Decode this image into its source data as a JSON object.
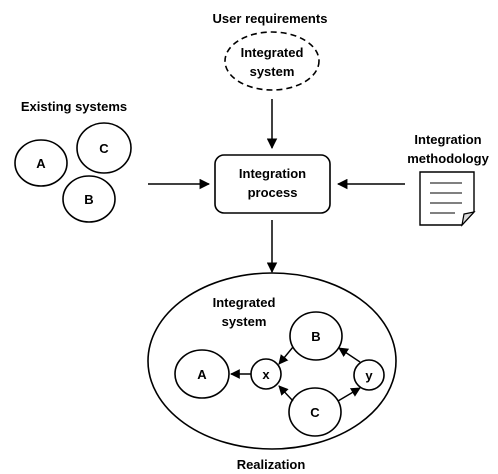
{
  "labels": {
    "user_requirements": "User requirements",
    "existing_systems": "Existing systems",
    "integration_methodology_line1": "Integration",
    "integration_methodology_line2": "methodology",
    "realization": "Realization"
  },
  "requirement_bubble": {
    "line1": "Integrated",
    "line2": "system"
  },
  "process_box": {
    "line1": "Integration",
    "line2": "process"
  },
  "existing_system_nodes": [
    "A",
    "C",
    "B"
  ],
  "realization_ellipse": {
    "title_line1": "Integrated",
    "title_line2": "system",
    "nodes": {
      "a": "A",
      "b": "B",
      "c": "C",
      "x": "x",
      "y": "y"
    }
  },
  "colors": {
    "stroke": "#000000",
    "fill": "#ffffff",
    "page_fold": "#d9d9d9"
  },
  "icons": [
    "document-icon"
  ]
}
